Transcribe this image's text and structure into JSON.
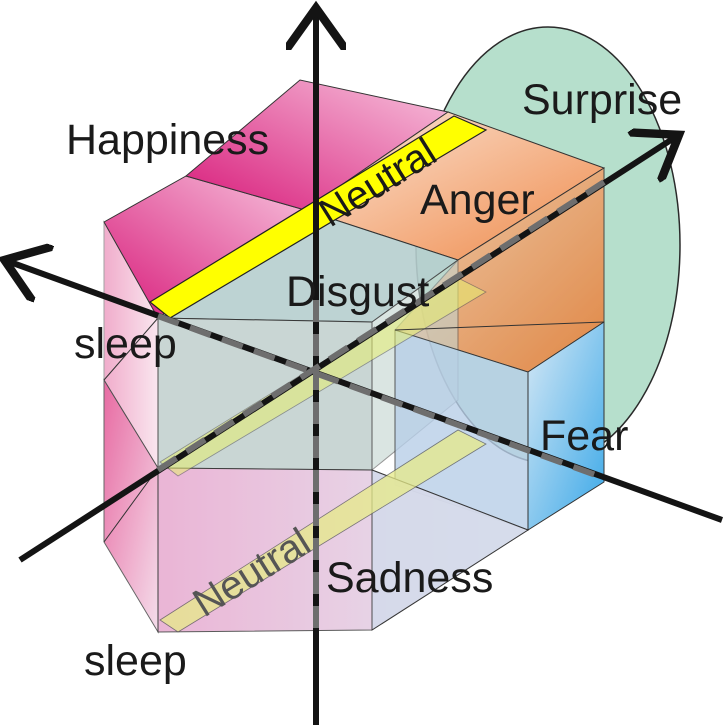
{
  "labels": {
    "surprise": "Surprise",
    "happiness": "Happiness",
    "neutral_top": "Neutral",
    "anger": "Anger",
    "disgust": "Disgust",
    "sleep_upper": "sleep",
    "fear": "Fear",
    "neutral_bottom": "Neutral",
    "sadness": "Sadness",
    "sleep_lower": "sleep"
  },
  "colors": {
    "happiness": "#e0408a",
    "neutral": "#ffff00",
    "anger": "#f08040",
    "fear": "#5ec3f0",
    "surprise": "#a8d8c0",
    "disgust": "#a8c8c8",
    "axis": "#141414",
    "dashed_axis": "#6e6e6e"
  }
}
